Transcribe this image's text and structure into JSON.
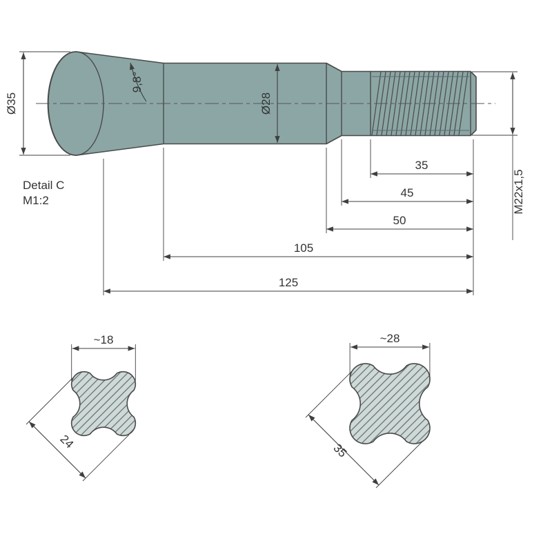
{
  "drawing": {
    "detail": {
      "name": "Detail C",
      "scale": "M1:2"
    },
    "colors": {
      "body_fill": "#8ba6a5",
      "section_fill": "#cfd9d8",
      "hatch_line": "#5d6e6d",
      "outline": "#4a4a4a",
      "dimension_line": "#3f3f3f",
      "text": "#333333",
      "background": "#ffffff"
    },
    "main_view": {
      "dia_ball": "Ø35",
      "dia_shank": "Ø28",
      "taper_angle": "9,8°",
      "thread_spec": "M22x1,5",
      "len_thread": "35",
      "len_to_relief": "45",
      "len_to_shoulder": "50",
      "len_to_taper": "105",
      "len_overall": "125"
    },
    "section_small": {
      "width_across": "~18",
      "diagonal": "24"
    },
    "section_large": {
      "width_across": "~28",
      "diagonal": "35"
    }
  }
}
